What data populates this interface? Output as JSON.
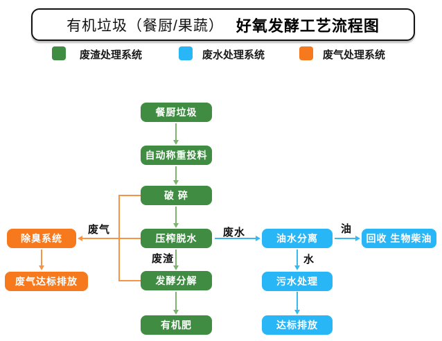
{
  "title": {
    "prefix": "有机垃圾（餐厨/果蔬）",
    "main": "好氧发酵工艺流程图"
  },
  "legend": [
    {
      "label": "废渣处理系统",
      "color": "#3F8C42"
    },
    {
      "label": "废水处理系统",
      "color": "#29B6F6"
    },
    {
      "label": "废气处理系统",
      "color": "#F7791D"
    }
  ],
  "nodes": {
    "kitchen_waste": "餐厨垃圾",
    "auto_weighing": "自动称重投料",
    "crushing": "破 碎",
    "press_dewatering": "压榨脱水",
    "fermentation": "发酵分解",
    "organic_fertilizer": "有机肥",
    "deodorization": "除臭系统",
    "waste_gas_discharge": "废气达标排放",
    "oil_water_separation": "油水分离",
    "sewage_treatment": "污水处理",
    "standard_discharge": "达标排放",
    "recycle_biodiesel": "回收 生物柴油"
  },
  "edge_labels": {
    "waste_gas": "废气",
    "waste_water": "废水",
    "waste_residue": "废渣",
    "oil": "油",
    "water": "水"
  },
  "colors": {
    "residue_system_green": "#3F8C42",
    "water_system_blue": "#29B6F6",
    "gas_system_orange": "#F7791D",
    "arrow_green": "#7DB36F",
    "arrow_blue": "#35B9F1",
    "arrow_orange": "#F79443"
  }
}
